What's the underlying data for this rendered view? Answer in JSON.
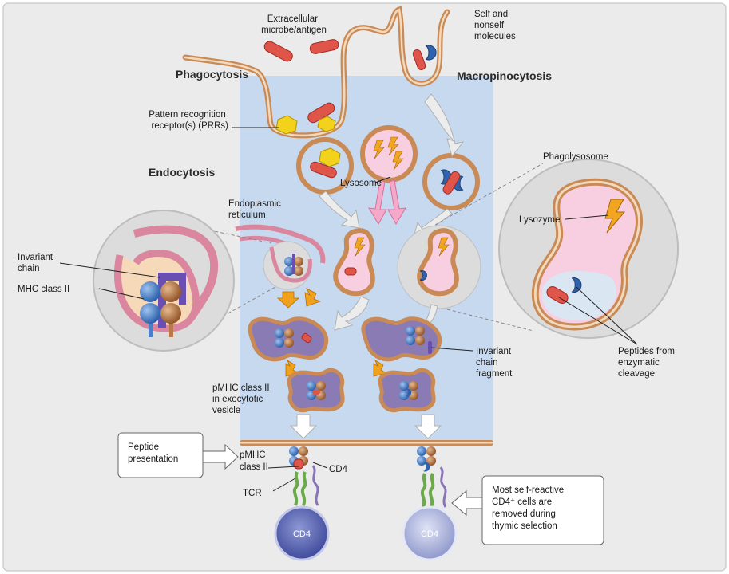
{
  "labels": {
    "extracellular": [
      "Extracellular",
      "microbe/antigen"
    ],
    "self_nonself": [
      "Self and",
      "nonself",
      "molecules"
    ],
    "phagocytosis": "Phagocytosis",
    "macropinocytosis": "Macropinocytosis",
    "prr": [
      "Pattern recognition",
      "receptor(s) (PRRs)"
    ],
    "endocytosis": "Endocytosis",
    "lysosome": "Lysosome",
    "phagolysosome": "Phagolysosome",
    "lysozyme": "Lysozyme",
    "er": [
      "Endoplasmic",
      "reticulum"
    ],
    "invariant_chain": [
      "Invariant",
      "chain"
    ],
    "mhc_class_ii": "MHC class II",
    "invariant_chain_fragment": [
      "Invariant",
      "chain",
      "fragment"
    ],
    "peptides": [
      "Peptides from",
      "enzymatic",
      "cleavage"
    ],
    "pmhc_vesicle": [
      "pMHC class II",
      "in exocytotic",
      "vesicle"
    ],
    "peptide_presentation": [
      "Peptide",
      "presentation"
    ],
    "pmhc_surface": [
      "pMHC",
      "class II"
    ],
    "cd4_label": "CD4",
    "tcr": "TCR",
    "cd4_cell_1": "CD4",
    "cd4_cell_2": "CD4",
    "self_reactive": [
      "Most self-reactive",
      "CD4⁺ cells are",
      "removed during",
      "thymic selection"
    ]
  },
  "colors": {
    "panel": "#ececec",
    "cytoplasm": "#c5d8ef",
    "membrane": "#c98a55",
    "microbe": "#e0554a",
    "prr": "#f3d21b",
    "lysosome_fill": "#f7cfe0",
    "bolt": "#f2a51f",
    "endosome": "#8a7bb4",
    "mhc_blue": "#4b7fc6",
    "mhc_orange": "#b87a4a",
    "cd4_cell": "#5c6ab5"
  }
}
